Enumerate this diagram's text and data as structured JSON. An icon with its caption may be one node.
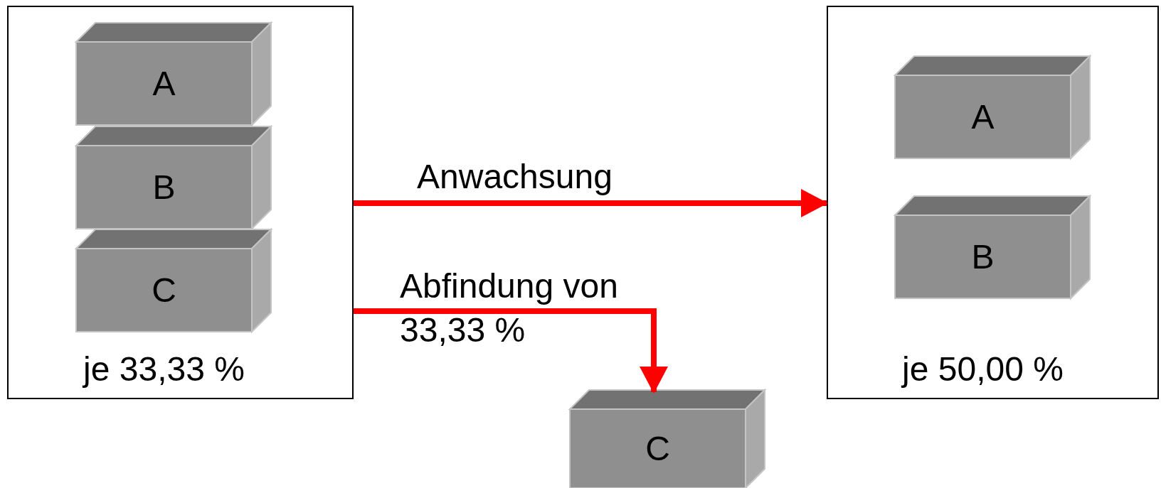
{
  "diagram": {
    "nodes": [
      {
        "text": [
          "je 33,33 %"
        ]
      },
      {
        "text": [
          "A"
        ],
        "in": 0
      },
      {
        "text": [
          "B"
        ],
        "in": 0
      },
      {
        "text": [
          "C"
        ],
        "in": 0
      },
      {
        "text": [
          "je 50,00 %"
        ]
      },
      {
        "text": [
          "A"
        ],
        "in": 4
      },
      {
        "text": [
          "B"
        ],
        "in": 4
      },
      {
        "text": [
          "C"
        ]
      }
    ],
    "edges": [
      {
        "from": 0,
        "to": 4,
        "arrow": "to",
        "label": "Anwachsung"
      },
      {
        "from": 0,
        "to": 7,
        "arrow": "to",
        "label": "Abfindung von 33,33 %"
      }
    ]
  }
}
